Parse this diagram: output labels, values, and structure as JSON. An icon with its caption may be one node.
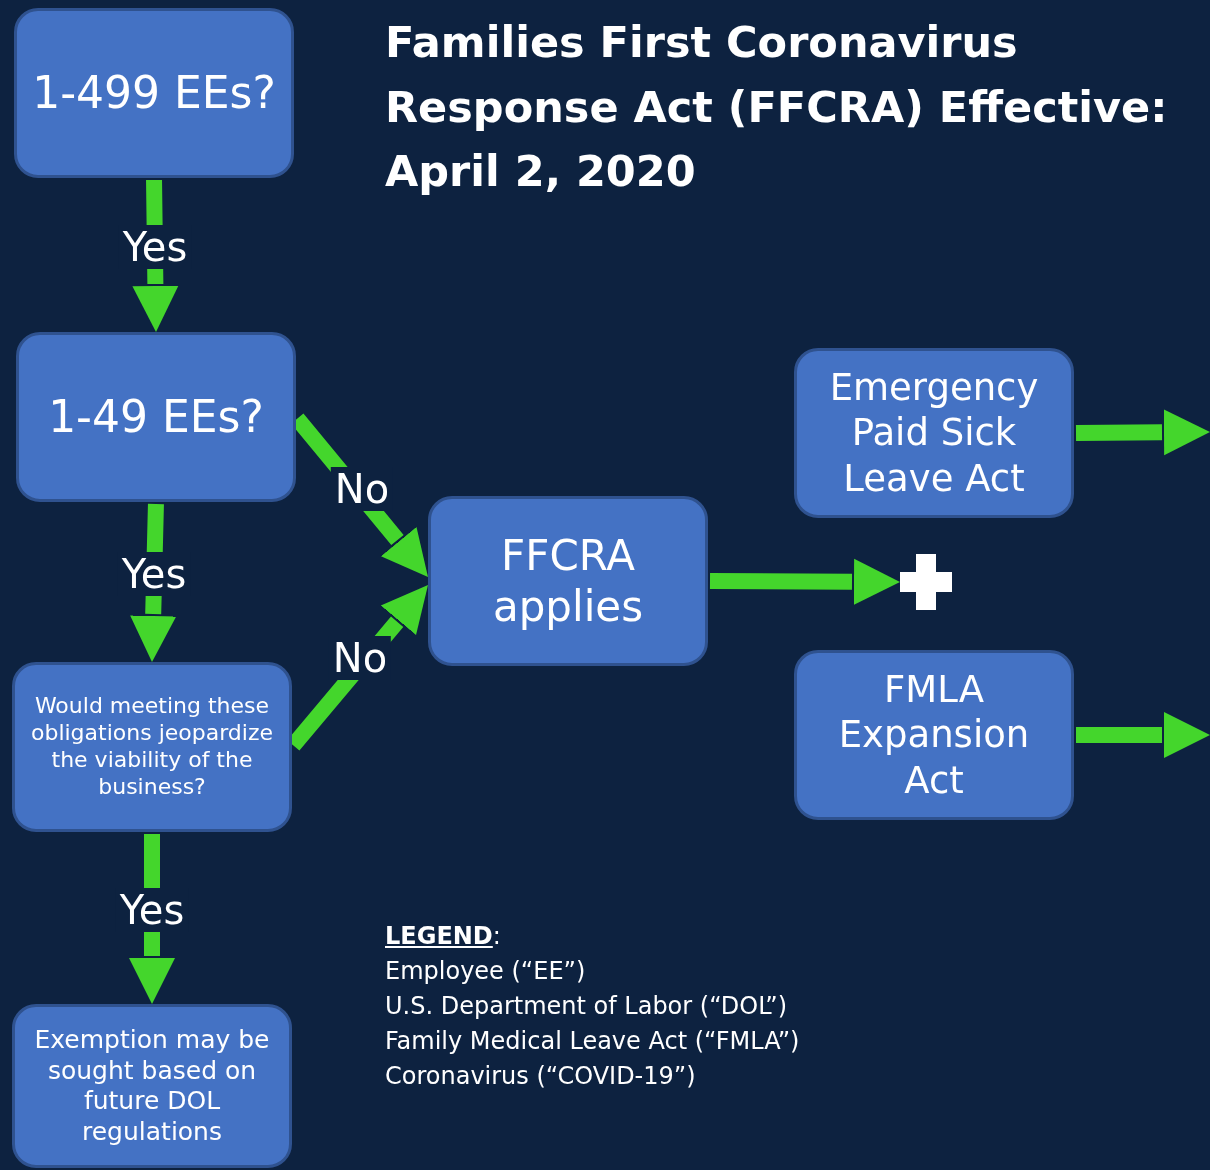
{
  "diagram": {
    "title": "Families First Coronavirus Response Act (FFCRA) Effective: April 2, 2020",
    "nodes": [
      {
        "text": [
          "1-499 EEs?"
        ]
      },
      {
        "text": [
          "1-49 EEs?"
        ]
      },
      {
        "text": [
          "Would meeting these obligations jeopardize the viability of the business?"
        ]
      },
      {
        "text": [
          "Exemption may be sought based on future DOL regulations"
        ]
      },
      {
        "text": [
          "FFCRA applies"
        ]
      },
      {
        "text": [
          "Emergency Paid Sick Leave Act"
        ]
      },
      {
        "text": [],
        "shape": "plus"
      },
      {
        "text": [
          "FMLA Expansion Act"
        ]
      }
    ],
    "edges": [
      {
        "from": 0,
        "to": 1,
        "arrow": "to",
        "label": "Yes"
      },
      {
        "from": 1,
        "to": 2,
        "arrow": "to",
        "label": "Yes"
      },
      {
        "from": 2,
        "to": 3,
        "arrow": "to",
        "label": "Yes"
      },
      {
        "from": 1,
        "to": 4,
        "arrow": "to",
        "label": "No"
      },
      {
        "from": 2,
        "to": 4,
        "arrow": "to",
        "label": "No"
      },
      {
        "from": 4,
        "to": 6,
        "arrow": "to"
      },
      {
        "from": 5,
        "to": null,
        "arrow": "to"
      },
      {
        "from": 7,
        "to": null,
        "arrow": "to"
      }
    ],
    "labels": [
      "**LEGEND**:",
      "Employee (“EE”)",
      "U.S. Department of Labor (“DOL”)",
      "Family Medical Leave Act (“FMLA”)",
      "Coronavirus (“COVID-19”)"
    ]
  }
}
